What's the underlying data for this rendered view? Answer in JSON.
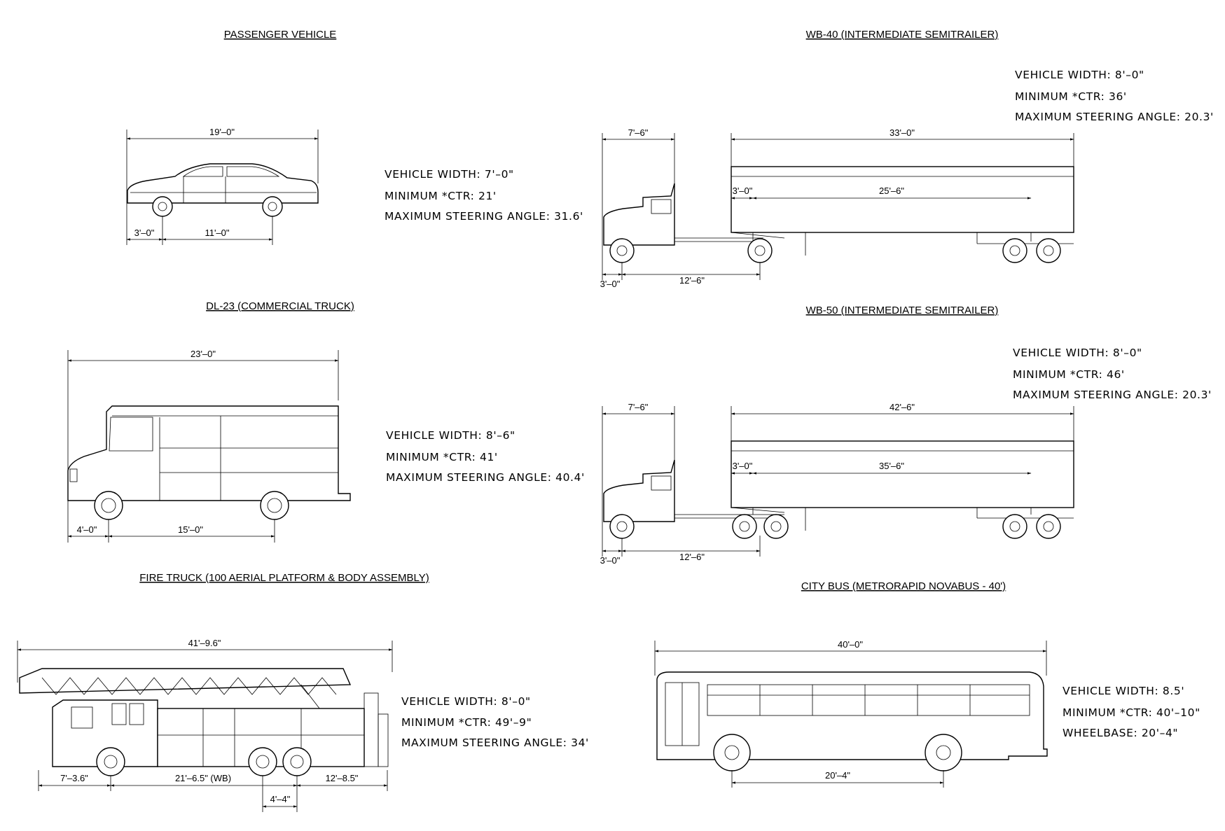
{
  "passenger": {
    "title": "PASSENGER VEHICLE",
    "overall": "19'–0\"",
    "front": "3'–0\"",
    "wheelbase": "11'–0\"",
    "width": "VEHICLE  WIDTH:  7'–0\"",
    "ctr": "MINIMUM  *CTR:  21'",
    "steer": "MAXIMUM  STEERING  ANGLE:  31.6'"
  },
  "dl23": {
    "title": "DL-23 (COMMERCIAL TRUCK)",
    "overall": "23'–0\"",
    "front": "4'–0\"",
    "wheelbase": "15'–0\"",
    "width": "VEHICLE  WIDTH:  8'–6\"",
    "ctr": "MINIMUM  *CTR:  41'",
    "steer": "MAXIMUM  STEERING  ANGLE:  40.4'"
  },
  "fire": {
    "title": "FIRE TRUCK (100 AERIAL PLATFORM & BODY ASSEMBLY)",
    "overall": "41'–9.6\"",
    "front": "7'–3.6\"",
    "wheelbase": "21'–6.5\"  (WB)",
    "rear": "12'–8.5\"",
    "tandem": "4'–4\"",
    "width": "VEHICLE  WIDTH:  8'–0\"",
    "ctr": "MINIMUM  *CTR:  49'–9\"",
    "steer": "MAXIMUM  STEERING  ANGLE:  34'"
  },
  "wb40": {
    "title": "WB-40 (INTERMEDIATE SEMITRAILER)",
    "cab": "7'–6\"",
    "trailer": "33'–0\"",
    "kingpin": "3'–0\"",
    "trailer_wb": "25'–6\"",
    "front": "3'–0\"",
    "tractor_wb": "12'–6\"",
    "width": "VEHICLE  WIDTH:  8'–0\"",
    "ctr": "MINIMUM  *CTR:  36'",
    "steer": "MAXIMUM  STEERING  ANGLE:  20.3'"
  },
  "wb50": {
    "title": "WB-50 (INTERMEDIATE SEMITRAILER)",
    "cab": "7'–6\"",
    "trailer": "42'–6\"",
    "kingpin": "3'–0\"",
    "trailer_wb": "35'–6\"",
    "front": "3'–0\"",
    "tractor_wb": "12'–6\"",
    "width": "VEHICLE  WIDTH:  8'–0\"",
    "ctr": "MINIMUM  *CTR:  46'",
    "steer": "MAXIMUM  STEERING  ANGLE:  20.3'"
  },
  "bus": {
    "title": "CITY BUS (METRORAPID NOVABUS - 40')",
    "overall": "40'–0\"",
    "wheelbase": "20'–4\"",
    "width": "VEHICLE  WIDTH:  8.5'",
    "ctr": "MINIMUM  *CTR:  40'–10\"",
    "wb_label": "WHEELBASE:  20'–4\""
  }
}
